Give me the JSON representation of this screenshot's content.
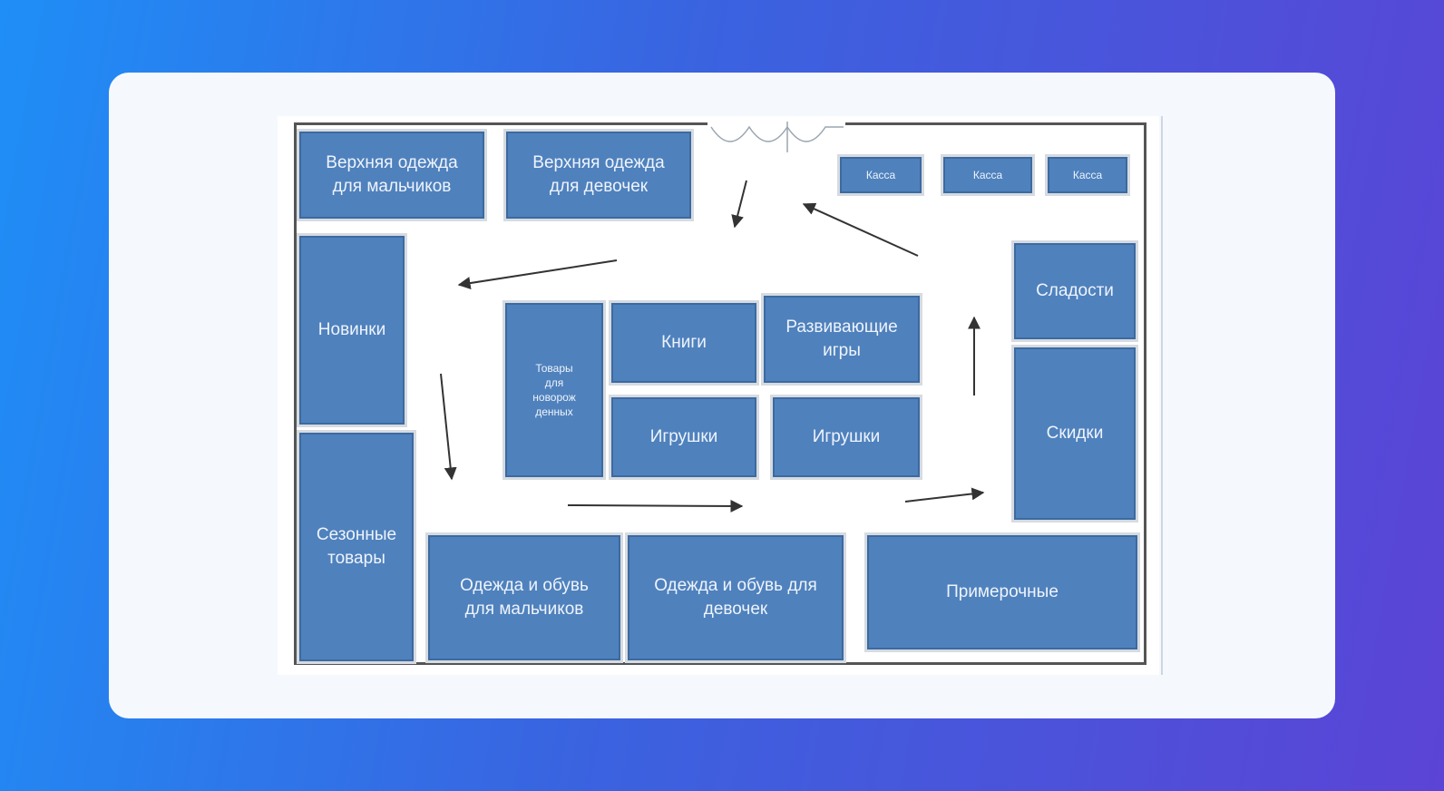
{
  "zones": {
    "outer_boys": "Верхняя одежда\nдля мальчиков",
    "outer_girls": "Верхняя одежда\nдля девочек",
    "kassa_1": "Касса",
    "kassa_2": "Касса",
    "kassa_3": "Касса",
    "novinki": "Новинки",
    "seasonal": "Сезонные\nтовары",
    "newborn": "Товары\nдля\nноворож\nденных",
    "books": "Книги",
    "dev_games": "Развивающие\nигры",
    "toys_1": "Игрушки",
    "toys_2": "Игрушки",
    "sweets": "Сладости",
    "discounts": "Скидки",
    "clothes_boys": "Одежда и обувь\nдля мальчиков",
    "clothes_girls": "Одежда и обувь для\nдевочек",
    "fitting": "Примерочные"
  },
  "colors": {
    "zone_fill": "#4f81bd",
    "zone_border": "#3c6aa0",
    "wall": "#555555",
    "arrow": "#333333"
  }
}
